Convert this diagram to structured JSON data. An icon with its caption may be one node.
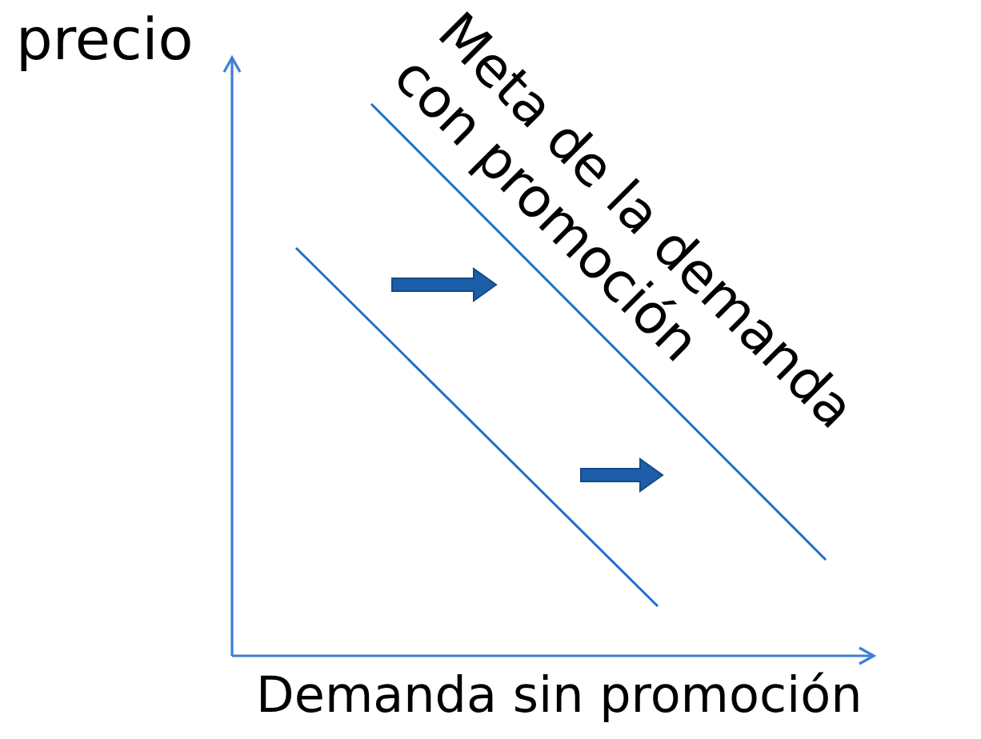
{
  "diagram": {
    "labels": [
      "precio",
      "Meta de la demanda con promoción",
      "Demanda sin promoción"
    ]
  }
}
